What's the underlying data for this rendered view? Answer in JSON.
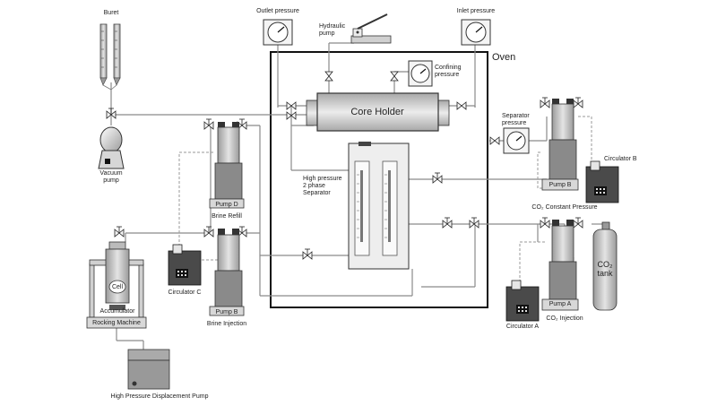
{
  "labels": {
    "buret": "Buret",
    "vacuum_pump": "Vacuum\npump",
    "outlet_pressure": "Outlet pressure",
    "hydraulic_pump": "Hydraulic\npump",
    "inlet_pressure": "Inlet pressure",
    "oven": "Oven",
    "confining_pressure": "Confining\npressure",
    "core_holder": "Core Holder",
    "separator_pressure": "Separator\npressure",
    "high_pressure_separator": "High pressure\n2 phase\nSeparator",
    "pump_d": "Pump D",
    "brine_refill": "Brine Refill",
    "pump_b": "Pump B",
    "brine_injection": "Brine Injection",
    "circulator_c": "Circulator C",
    "cell": "Cell",
    "accumulator": "Accumulator",
    "rocking_machine": "Rocking Machine",
    "hp_displacement_pump": "High Pressure Displacement Pump",
    "circulator_b": "Circulator B",
    "pump_b_right": "Pump B",
    "co2_constant_pressure": "CO₂ Constant Pressure",
    "co2_tank": "CO₂\ntank",
    "pump_a": "Pump A",
    "co2_injection": "CO₂ Injection",
    "circulator_a": "Circulator A"
  }
}
